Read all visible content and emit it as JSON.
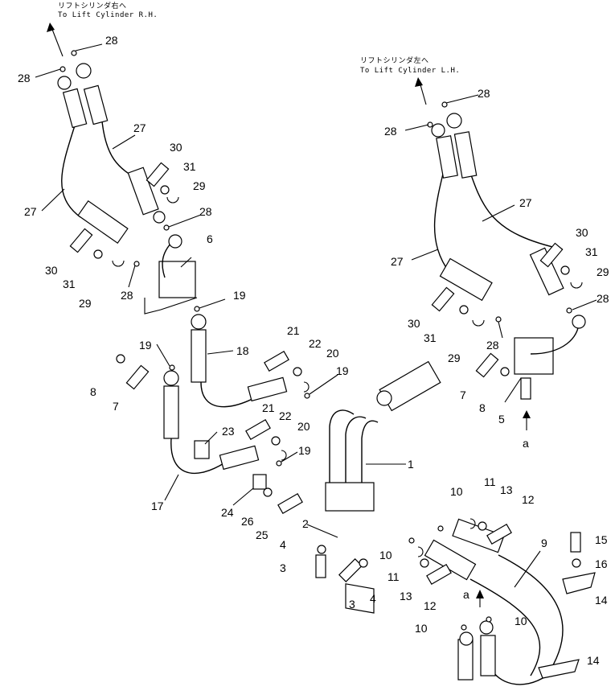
{
  "destinations": {
    "rh": {
      "jp": "リフトシリンダ右へ",
      "en": "To Lift Cylinder R.H."
    },
    "lh": {
      "jp": "リフトシリンダ左へ",
      "en": "To Lift Cylinder L.H."
    }
  },
  "view_labels": [
    "a",
    "a"
  ],
  "callouts": {
    "n1": "1",
    "n2": "2",
    "n3a": "3",
    "n3b": "3",
    "n4a": "4",
    "n4b": "4",
    "n5": "5",
    "n6": "6",
    "n7a": "7",
    "n7b": "7",
    "n8a": "8",
    "n8b": "8",
    "n9": "9",
    "n10a": "10",
    "n10b": "10",
    "n10c": "10",
    "n10d": "10",
    "n11a": "11",
    "n11b": "11",
    "n12a": "12",
    "n12b": "12",
    "n13a": "13",
    "n13b": "13",
    "n14a": "14",
    "n14b": "14",
    "n15": "15",
    "n16": "16",
    "n17": "17",
    "n18": "18",
    "n19a": "19",
    "n19b": "19",
    "n19c": "19",
    "n19d": "19",
    "n20a": "20",
    "n20b": "20",
    "n21a": "21",
    "n21b": "21",
    "n22a": "22",
    "n22b": "22",
    "n23": "23",
    "n24": "24",
    "n25": "25",
    "n26": "26",
    "n27a": "27",
    "n27b": "27",
    "n27c": "27",
    "n27d": "27",
    "n28a": "28",
    "n28b": "28",
    "n28c": "28",
    "n28d": "28",
    "n28e": "28",
    "n28f": "28",
    "n28g": "28",
    "n28h": "28",
    "n29a": "29",
    "n29b": "29",
    "n29c": "29",
    "n29d": "29",
    "n30a": "30",
    "n30b": "30",
    "n30c": "30",
    "n30d": "30",
    "n31a": "31",
    "n31b": "31",
    "n31c": "31",
    "n31d": "31"
  }
}
